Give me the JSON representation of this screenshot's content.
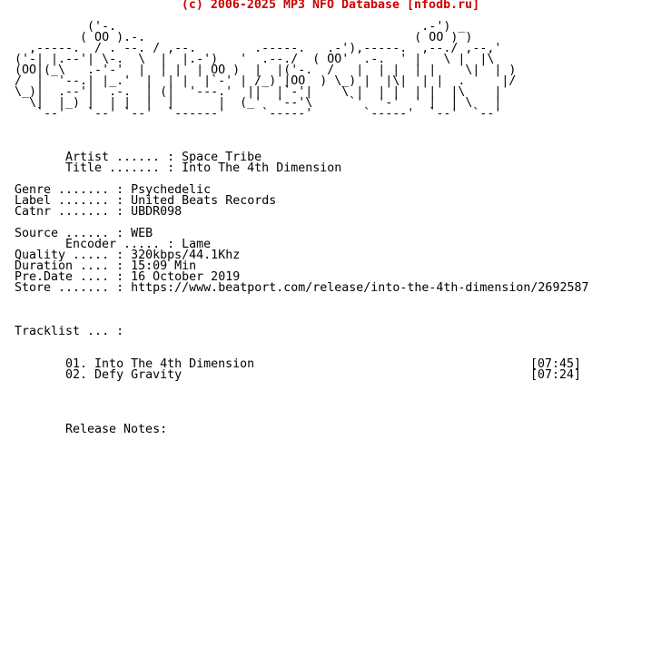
{
  "header": "(c) 2006-2025 MP3 NFO Database [nfodb.ru]",
  "ascii_art": "          ('-.                                          .-') _\n         ( OO ).-.                                     ( OO ) )\n  ,-----.  / . --. / ,--.        .-----.   .-'),-----.  ,--./ ,--,'\n('-| |.--'| \\-.  \\  |  |.-')   '  .--./  ( OO'  .-.  ' |   \\ |  |\\\n(OO|(_\\   .-'-'  |  | |  | OO )  |  |('-.  /   |  | |  | |    \\|  | )\n/  |  '--.| |_.'  |  | |  |`-' | /_) |OO  ) \\_) |  |\\|  | |  .     |/\n\\_)|  .--'|  .-.  | (|  '---.'  ||  |`-'|    \\ |  | |  | |  |\\    |\n  \\|  |_) |  | |  |  |      |  (_'  '--'\\     `'  '-'  ' |  | \\   |\n   `--'   `--' `--'  `------'     `-----'       `-----'  `--'  `--'",
  "release": {
    "artist_label": "Artist ......",
    "artist": "Space Tribe",
    "title_label": "Title .......",
    "title": "Into The 4th Dimension",
    "genre_label": "Genre .......",
    "genre": "Psychedelic",
    "label_label": "Label .......",
    "label": "United Beats Records",
    "catnr_label": "Catnr .......",
    "catnr": "UBDR098",
    "source_label": "Source ......",
    "source": "WEB",
    "encoder_label": "Encoder .....",
    "encoder": "Lame",
    "quality_label": "Quality .....",
    "quality": "320kbps/44.1Khz",
    "duration_label": "Duration ....",
    "duration": "15:09 Min",
    "predate_label": "Pre.Date ....",
    "predate": "16 October 2019",
    "store_label": "Store .......",
    "store": "https://www.beatport.com/release/into-the-4th-dimension/2692587",
    "separator": ":"
  },
  "tracklist": {
    "heading": "Tracklist ... :",
    "tracks": [
      {
        "num": "01.",
        "title": "Into The 4th Dimension",
        "time": "[07:45]"
      },
      {
        "num": "02.",
        "title": "Defy Gravity",
        "time": "[07:24]"
      }
    ]
  },
  "notes": {
    "heading": "Release Notes:"
  }
}
